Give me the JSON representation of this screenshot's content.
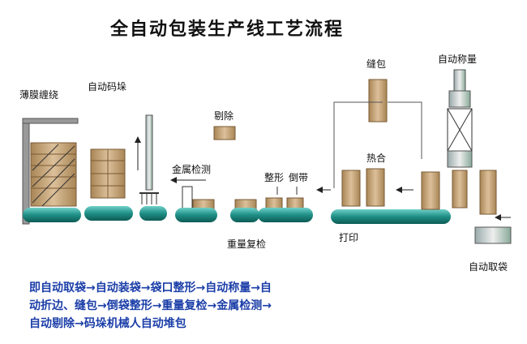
{
  "title": "全自动包装生产线工艺流程",
  "labels": {
    "film_wrap": "薄膜缠绕",
    "auto_stack": "自动码垛",
    "reject": "剔除",
    "metal_detect": "金属检测",
    "shaping": "整形",
    "invert": "倒带",
    "weight_check": "重量复检",
    "print": "打印",
    "sew": "缝包",
    "heat_seal": "热合",
    "auto_weigh": "自动称量",
    "auto_bag": "自动取袋"
  },
  "description": [
    "即自动取袋→自动装袋→袋口整形→自动称量→自",
    "动折边、缝包→倒袋整形→重量复检→金属检测→",
    "自动剔除→码垛机械人自动堆包"
  ],
  "colors": {
    "conveyor": "#1f8f86",
    "bag": "#c9a77a",
    "bag_edge": "#7a5a35",
    "arrow": "#222222",
    "description": "#1b3ea8"
  }
}
